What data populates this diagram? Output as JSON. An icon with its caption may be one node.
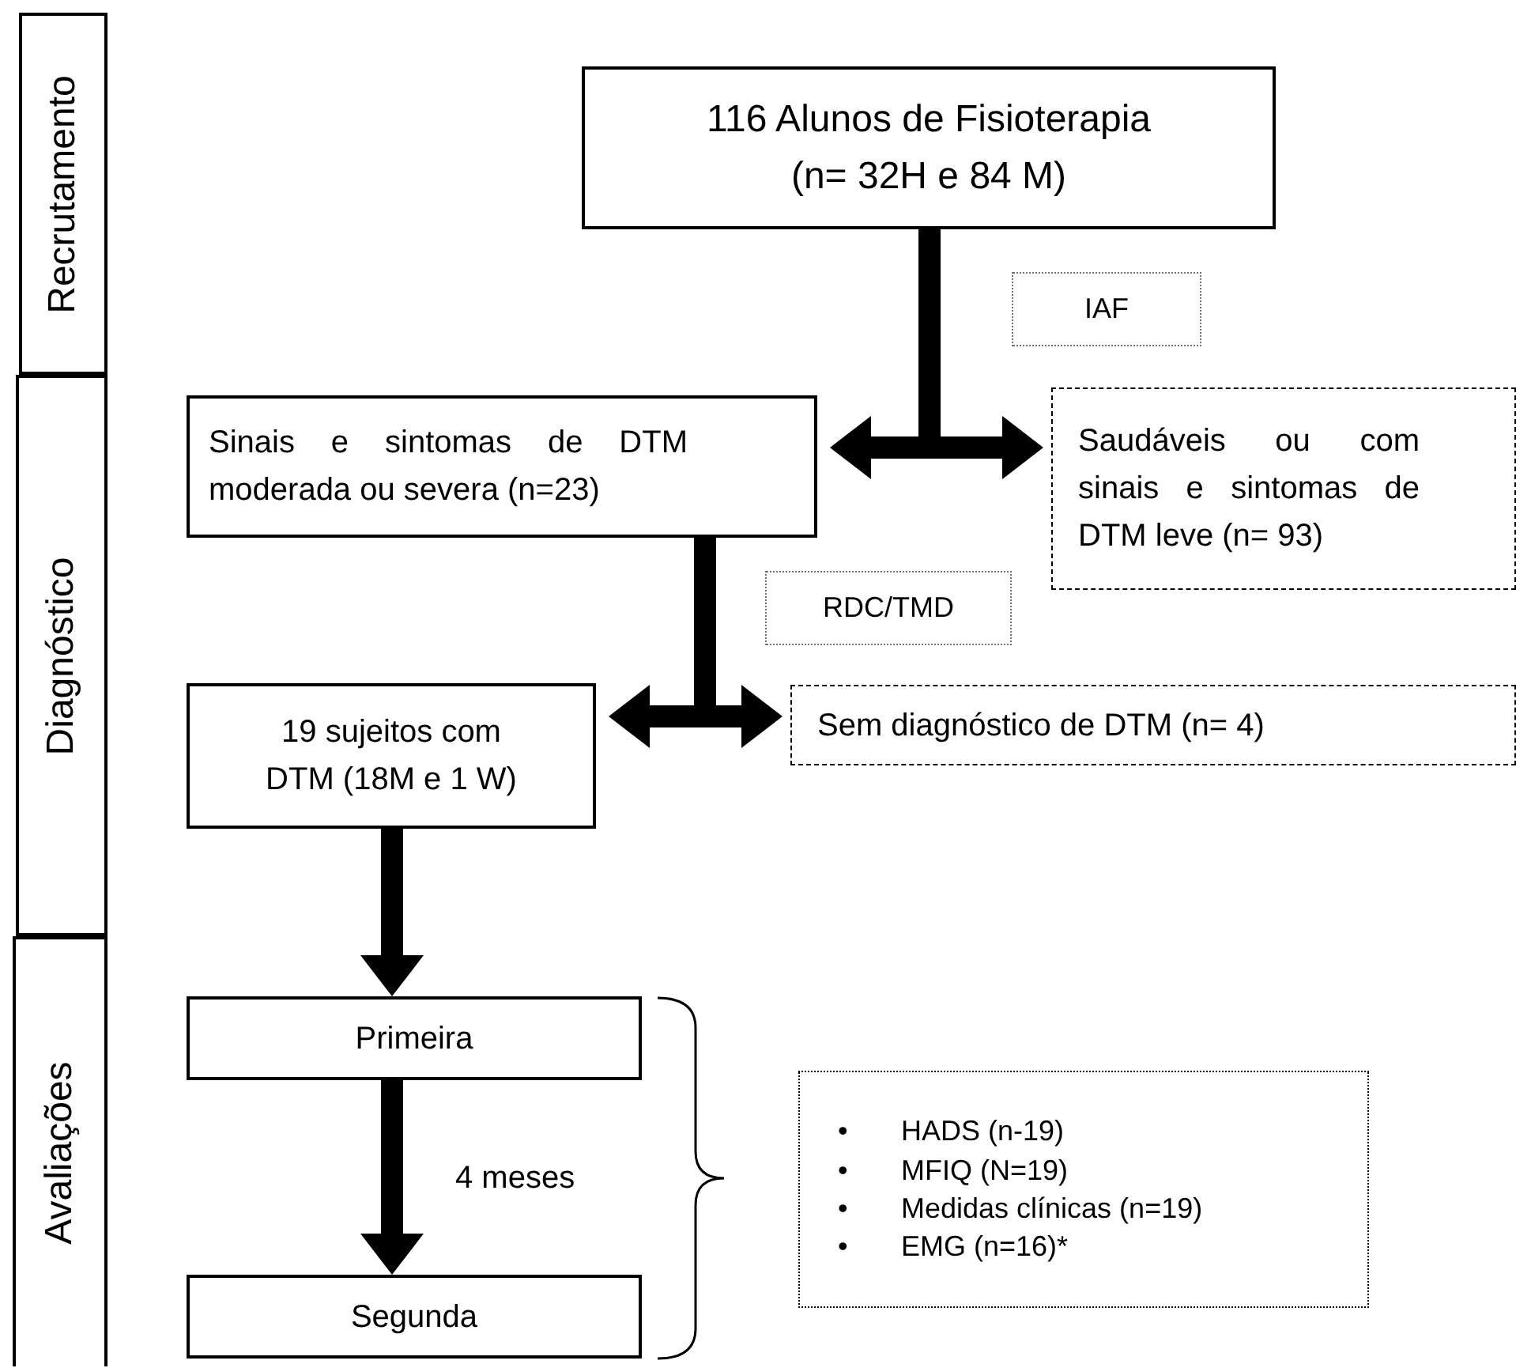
{
  "diagram": {
    "nodes": [
      {
        "text": [
          "Recrutamento"
        ]
      },
      {
        "text": [
          "Diagnóstico"
        ]
      },
      {
        "text": [
          "Avaliações"
        ]
      },
      {
        "text": [
          "116 Alunos de Fisioterapia (n= 32H e 84 M)"
        ]
      },
      {
        "text": [
          "IAF"
        ]
      },
      {
        "text": [
          "Sinais e sintomas de DTM moderada ou severa (n=23)"
        ]
      },
      {
        "text": [
          "Saudáveis ou com sinais e sintomas de DTM leve (n= 93)"
        ]
      },
      {
        "text": [
          "RDC/TMD"
        ]
      },
      {
        "text": [
          "19 sujeitos com DTM (18M e 1 W)"
        ]
      },
      {
        "text": [
          "Sem diagnóstico de DTM (n= 4)"
        ]
      },
      {
        "text": [
          "Primeira"
        ]
      },
      {
        "text": [
          "Segunda"
        ]
      },
      {
        "text": [
          "HADS (n-19)",
          "MFIQ (N=19)",
          "Medidas clínicas (n=19)",
          "EMG (n=16)*"
        ]
      }
    ],
    "edges": [
      {
        "from": 3,
        "to": 5,
        "arrow": "to"
      },
      {
        "from": 3,
        "to": 6,
        "arrow": "to"
      },
      {
        "from": 5,
        "to": 8,
        "arrow": "to"
      },
      {
        "from": 5,
        "to": 9,
        "arrow": "to"
      },
      {
        "from": 8,
        "to": 10,
        "arrow": "to"
      },
      {
        "from": 10,
        "to": 11,
        "arrow": "to",
        "label": "4 meses"
      }
    ],
    "labels": [
      "•",
      "•",
      "•",
      "•"
    ]
  }
}
